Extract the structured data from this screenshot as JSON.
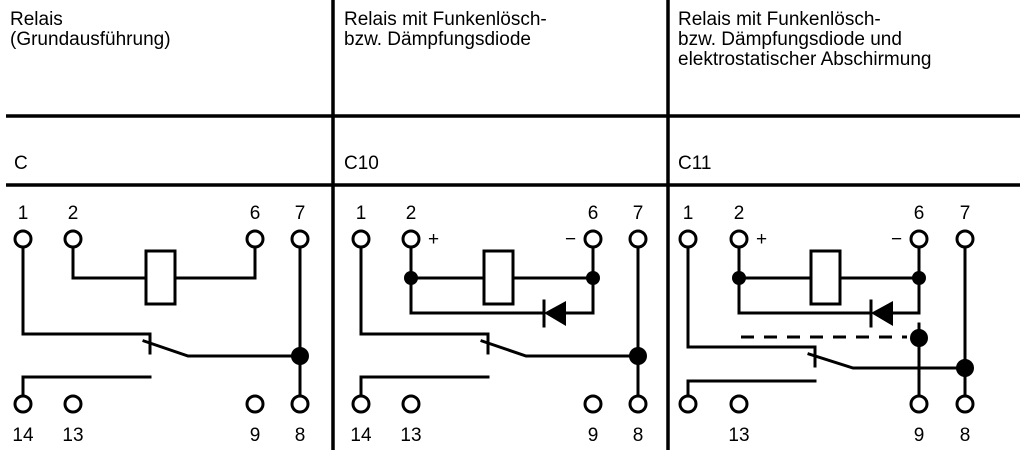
{
  "columns": [
    {
      "id": "C",
      "title": "Relais\n(Grundausführung)",
      "code": "C",
      "top_terminals": [
        "1",
        "2",
        "6",
        "7"
      ],
      "bottom_terminals": [
        "14",
        "13",
        "9",
        "8"
      ],
      "polarity": null,
      "has_diode": false,
      "has_shield": false
    },
    {
      "id": "C10",
      "title": "Relais mit Funkenlösch-\nbzw. Dämpfungsdiode",
      "code": "C10",
      "top_terminals": [
        "1",
        "2",
        "6",
        "7"
      ],
      "bottom_terminals": [
        "14",
        "13",
        "9",
        "8"
      ],
      "polarity": {
        "plus": "+",
        "minus": "−"
      },
      "has_diode": true,
      "has_shield": false
    },
    {
      "id": "C11",
      "title": "Relais mit Funkenlösch-\nbzw. Dämpfungsdiode und\nelektrostatischer Abschirmung",
      "code": "C11",
      "top_terminals": [
        "1",
        "2",
        "6",
        "7"
      ],
      "bottom_terminals": [
        "",
        "13",
        "9",
        "8"
      ],
      "polarity": {
        "plus": "+",
        "minus": "−"
      },
      "has_diode": true,
      "has_shield": true
    }
  ]
}
